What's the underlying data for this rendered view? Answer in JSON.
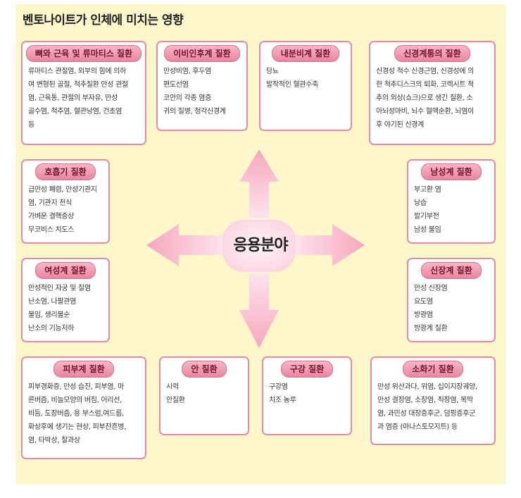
{
  "title": "벤토나이트가 인체에 미치는 영향",
  "center": "응용분야",
  "boxes": {
    "b1": {
      "title": "뼈와 근육 및 류마티스 질환",
      "lines": [
        "류마티스 관절염, 외부의 힘에 의하",
        "여 변형된 골절, 척추질환 만성 관절",
        "염, 근육통, 관절의 부자유, 만성",
        "골수염, 척추염, 혈관낭염, 건초염",
        "등"
      ]
    },
    "b2": {
      "title": "이비인후계 질환",
      "lines": [
        "만성비염, 후두염",
        "편도선염",
        "코안의 각종 염증",
        "귀의 질병, 청각신경계"
      ]
    },
    "b3": {
      "title": "내분비계 질환",
      "lines": [
        "당뇨",
        "발작적인 혈관수축"
      ]
    },
    "b4": {
      "title": "신경계통의 질환",
      "lines": [
        "신경성 척수 신경근염, 신경성에 의",
        "한 척추디스크의 퇴화, 코렉시트 척",
        "추의 외상(쇼크)으로 생긴 질환, 소",
        "아뇌성마비, 뇌수 혈액순환, 뇌염이",
        "후 야기된 신경계"
      ]
    },
    "b5": {
      "title": "호흡기 질환",
      "lines": [
        "급만성 폐렴, 만성기관지",
        "염, 기관지 천식",
        "가벼운 결핵증상",
        "무코비스 치도스"
      ]
    },
    "b6": {
      "title": "남성계 질환",
      "lines": [
        "부고환 염",
        "낭습",
        "발기부전",
        "남성 불임"
      ]
    },
    "b7": {
      "title": "여성계 질환",
      "lines": [
        "만성적인 자궁 및 질염",
        "난소염, 나팔관염",
        "불임, 생리불순",
        "난소의 기능저하"
      ]
    },
    "b8": {
      "title": "신장계 질환",
      "lines": [
        "만성 신장염",
        "요도염",
        "방광염",
        "방광계 질환"
      ]
    },
    "b9": {
      "title": "피부계 질환",
      "lines": [
        "피부경화증, 만성 습진, 피부염, 마",
        "른버즘, 비늘모양의 버짐, 어리선,",
        "비듬, 도장버즘, 용 부스럼,여드름,",
        "화상후에 생기는 현상, 피부잔흔병,",
        "염, 타박상, 찰과상"
      ]
    },
    "b10": {
      "title": "안 질환",
      "lines": [
        "시력",
        "안질환"
      ]
    },
    "b11": {
      "title": "구강 질환",
      "lines": [
        "구강염",
        "치조 농루"
      ]
    },
    "b12": {
      "title": "소화기 질환",
      "lines": [
        "만성 위산과다, 위염, 십이지장궤양,",
        "만성 결장염, 소장염, 직장염, 복막",
        "염, 과민성 대장증후군, 덤핑증후군",
        "과 염증 (아나스토모지트) 등"
      ]
    }
  },
  "colors": {
    "background": "#fff7cc",
    "box_border": "#e58aa6",
    "header_fill": "#f7b7c8",
    "arrow_fill": "#f4a6bb"
  }
}
